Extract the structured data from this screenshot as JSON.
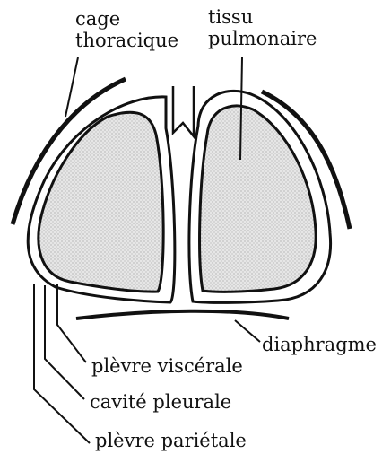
{
  "labels": {
    "cage_line1": "cage",
    "cage_line2": "thoracique",
    "tissu_line1": "tissu",
    "tissu_line2": "pulmonaire",
    "diaphragme": "diaphragme",
    "plevre_viscerale": "plèvre viscérale",
    "cavite_pleurale": "cavité pleurale",
    "plevre_parietale": "plèvre pariétale"
  },
  "colors": {
    "ink": "#111111",
    "lung_fill": "#dcdcdc",
    "background": "#ffffff"
  }
}
